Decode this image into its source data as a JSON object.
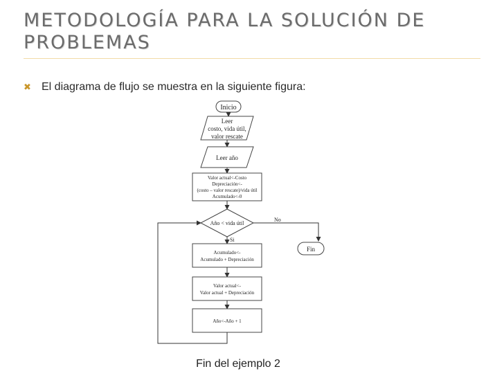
{
  "slide": {
    "title_line1": "METODOLOGÍA PARA LA SOLUCIÓN DE",
    "title_line2": "PROBLEMAS",
    "bullet": "El diagrama de flujo se muestra en la siguiente figura:",
    "bullet_icon": "x-bullet-icon",
    "caption": "Fin del ejemplo 2",
    "colors": {
      "title": "#6b6b6b",
      "accent": "#c9962a",
      "rule": "#f2dba6"
    }
  },
  "flowchart": {
    "start": "Inicio",
    "read1": [
      "Leer",
      "costo, vida útil,",
      "valor rescate"
    ],
    "read2": "Leer año",
    "init": [
      "Valor actual<-Costo",
      "Depreciación<-",
      "(costo – valor rescate)/vida útil",
      "Acumulado<-0"
    ],
    "decision": "Año < vida útil",
    "branch_no": "No",
    "branch_yes": "Si",
    "end": "Fin",
    "step1": [
      "Acumulado<-",
      "Acumulado + Depreciación"
    ],
    "step2": [
      "Valor actual<-",
      "Valor actual + Depreciación"
    ],
    "step3": "Año<-Año + 1"
  }
}
